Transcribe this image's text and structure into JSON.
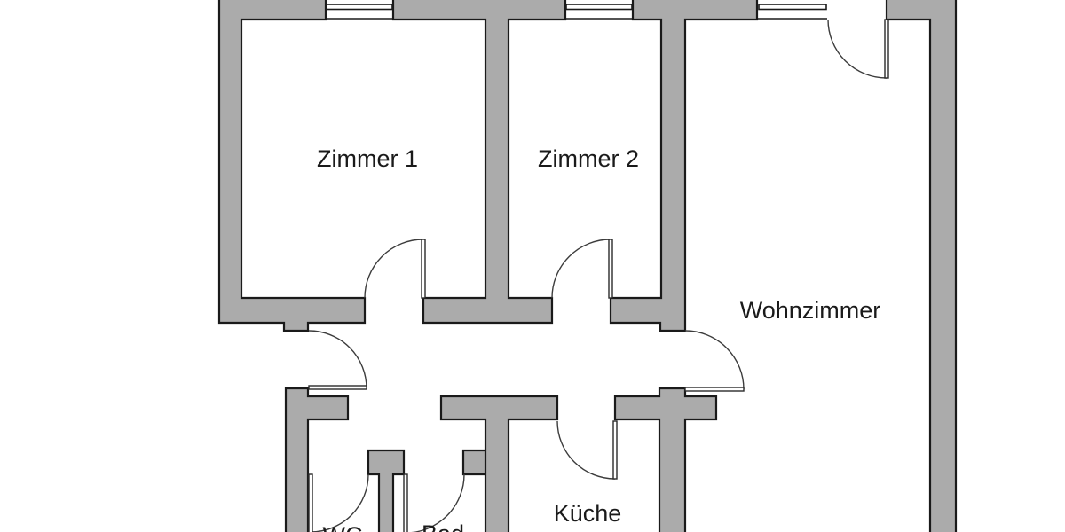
{
  "colors": {
    "background": "#ffffff",
    "wall_fill": "#ababab",
    "wall_outline": "#1a1a1a",
    "label_color": "#1a1a1a"
  },
  "rooms": [
    {
      "id": "zimmer-1",
      "label": "Zimmer 1"
    },
    {
      "id": "zimmer-2",
      "label": "Zimmer 2"
    },
    {
      "id": "wohnzimmer",
      "label": "Wohnzimmer"
    },
    {
      "id": "kueche",
      "label": "Küche"
    },
    {
      "id": "wc",
      "label": "WC"
    },
    {
      "id": "bad",
      "label": "Bad"
    }
  ]
}
